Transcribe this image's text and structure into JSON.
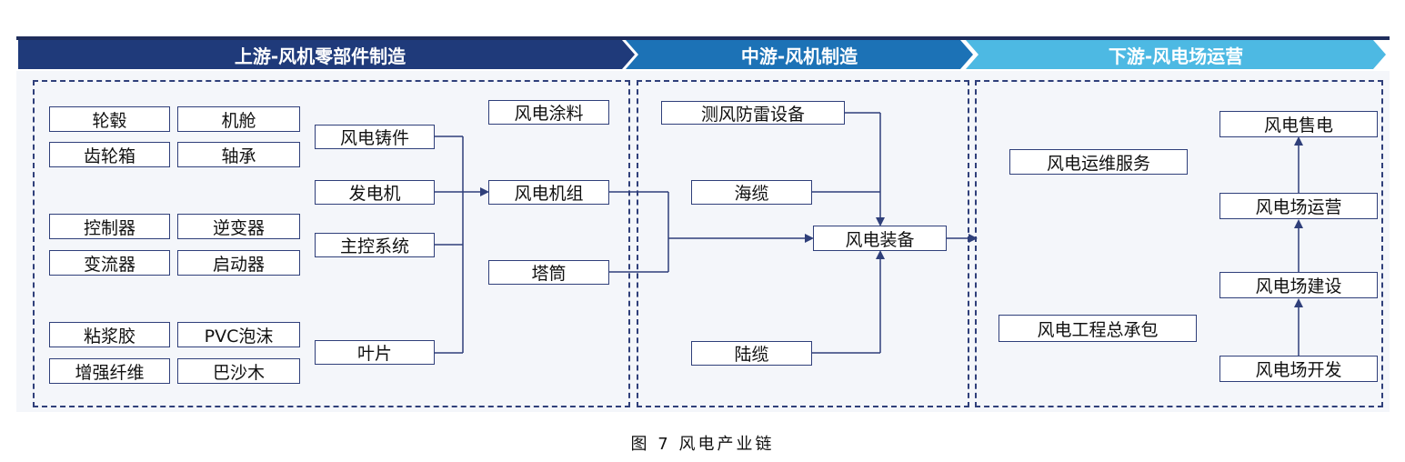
{
  "headers": {
    "upstream": "上游-风机零部件制造",
    "midstream": "中游-风机制造",
    "downstream": "下游-风电场运营"
  },
  "colors": {
    "upstream_banner": "#1f3a7a",
    "midstream_banner": "#1c72b6",
    "downstream_banner": "#4db9e3",
    "line": "#2f3f7a"
  },
  "upstream": {
    "components": [
      "轮毂",
      "机舱",
      "齿轮箱",
      "轴承",
      "控制器",
      "逆变器",
      "变流器",
      "启动器",
      "粘浆胶",
      "PVC泡沫",
      "增强纤维",
      "巴沙木"
    ],
    "subsystems": [
      "风电铸件",
      "发电机",
      "主控系统",
      "叶片"
    ],
    "coating": "风电涂料",
    "turbine": "风电机组",
    "tower": "塔筒"
  },
  "midstream": {
    "anemometer": "测风防雷设备",
    "sea_cable": "海缆",
    "equipment": "风电装备",
    "land_cable": "陆缆"
  },
  "downstream": {
    "om_service": "风电运维服务",
    "epc": "风电工程总承包",
    "power_sales": "风电售电",
    "farm_operation": "风电场运营",
    "farm_construction": "风电场建设",
    "farm_development": "风电场开发"
  },
  "caption": "图 7  风电产业链"
}
